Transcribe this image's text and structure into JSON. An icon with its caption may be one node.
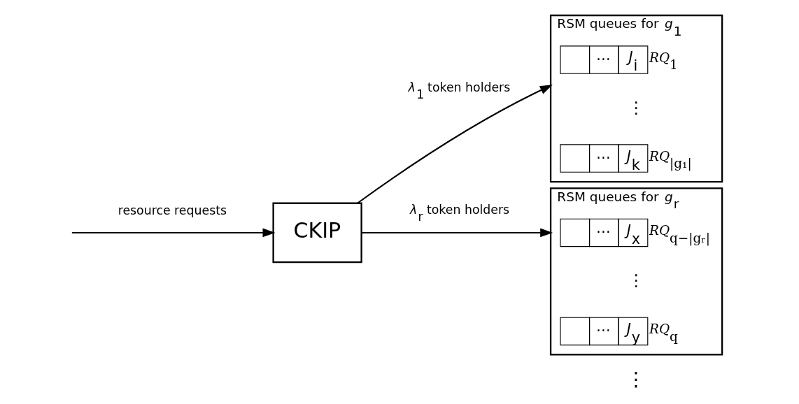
{
  "diagram": {
    "nodes": [
      {
        "text": [
          "CKIP"
        ]
      },
      {
        "text": [
          "RSM queues for *g*$_{1}$"
        ]
      },
      {
        "text": [
          "⋯",
          "*J*$_{i}$"
        ],
        "in": 1,
        "beside": [
          "*RQ*$_{1}$"
        ]
      },
      {
        "text": [
          "⋯",
          "*J*$_{k}$"
        ],
        "in": 1,
        "beside": [
          "*RQ*$_{|g₁|}$"
        ]
      },
      {
        "text": [
          "RSM queues for *g*$_{r}$"
        ]
      },
      {
        "text": [
          "⋯",
          "*J*$_{x}$"
        ],
        "in": 4,
        "beside": [
          "*RQ*$_{q−|gᵣ|}$"
        ]
      },
      {
        "text": [
          "⋯",
          "*J*$_{y}$"
        ],
        "in": 4,
        "beside": [
          "*RQ*$_{q}$"
        ]
      }
    ],
    "edges": [
      {
        "from": null,
        "to": 0,
        "arrow": "to",
        "label": "resource requests"
      },
      {
        "from": 0,
        "to": 1,
        "arrow": "to",
        "label": "*λ*$_{1}$ token holders"
      },
      {
        "from": 0,
        "to": 4,
        "arrow": "to",
        "label": "*λ*$_{r}$ token holders"
      }
    ],
    "labels": [
      "⋮",
      "⋮",
      "⋮"
    ]
  }
}
